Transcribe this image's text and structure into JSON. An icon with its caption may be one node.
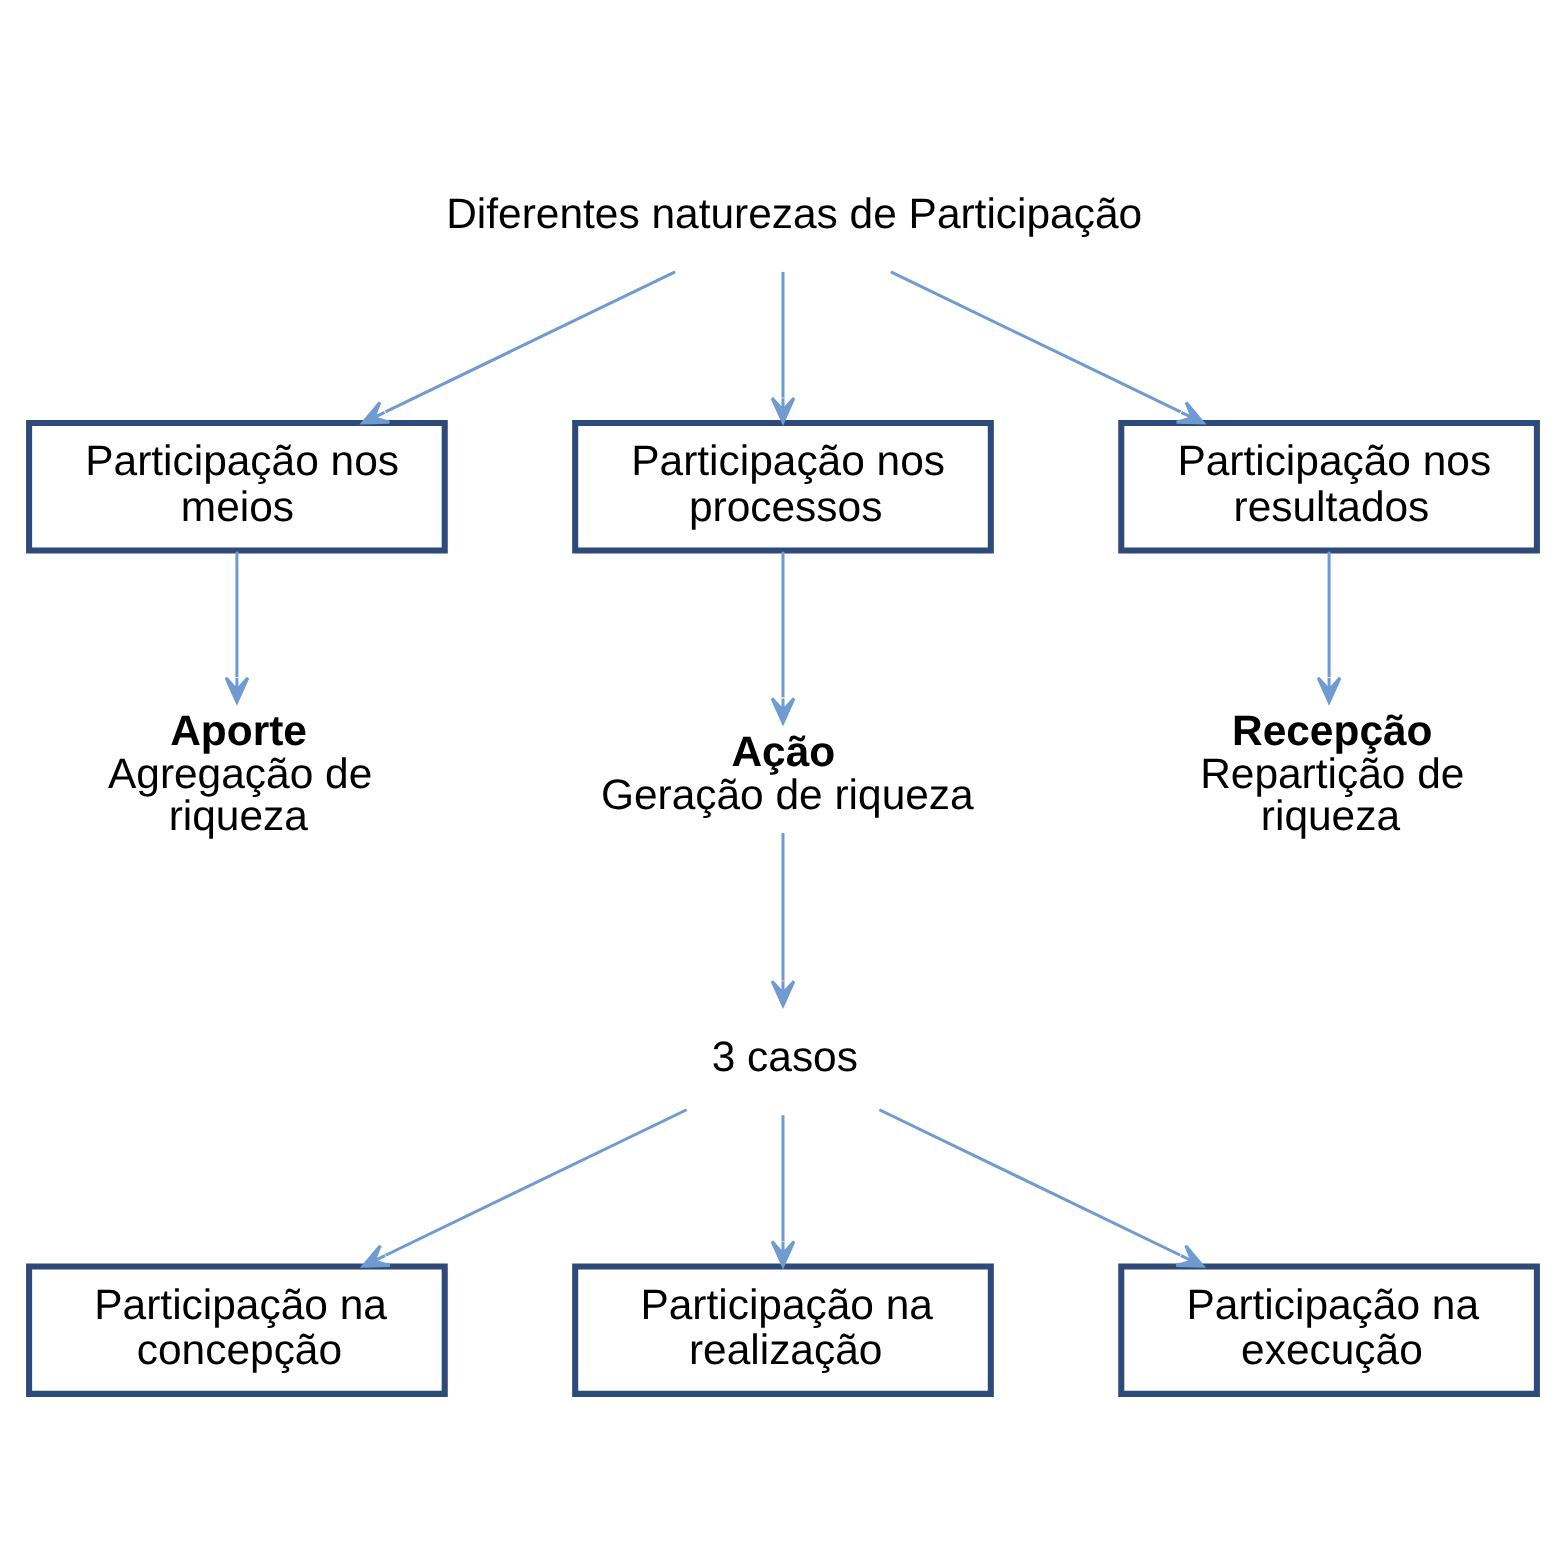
{
  "diagram": {
    "nodes": [
      {
        "text": [
          "Diferentes naturezas de Participação"
        ]
      },
      {
        "text": [
          "Participação nos meios"
        ]
      },
      {
        "text": [
          "Participação nos processos"
        ]
      },
      {
        "text": [
          "Participação nos resultados"
        ]
      },
      {
        "text": [
          "Aporte",
          "Agregação de riqueza"
        ]
      },
      {
        "text": [
          "Ação",
          "Geração de riqueza"
        ]
      },
      {
        "text": [
          "Recepção",
          "Repartição de riqueza"
        ]
      },
      {
        "text": [
          "3 casos"
        ]
      },
      {
        "text": [
          "Participação na concepção"
        ]
      },
      {
        "text": [
          "Participação na realização"
        ]
      },
      {
        "text": [
          "Participação na execução"
        ]
      }
    ],
    "edges": [
      {
        "from": 0,
        "to": 1,
        "arrow": "to"
      },
      {
        "from": 0,
        "to": 2,
        "arrow": "to"
      },
      {
        "from": 0,
        "to": 3,
        "arrow": "to"
      },
      {
        "from": 1,
        "to": 4,
        "arrow": "to"
      },
      {
        "from": 2,
        "to": 5,
        "arrow": "to"
      },
      {
        "from": 3,
        "to": 6,
        "arrow": "to"
      },
      {
        "from": 5,
        "to": 7,
        "arrow": "to"
      },
      {
        "from": 7,
        "to": 8,
        "arrow": "to"
      },
      {
        "from": 7,
        "to": 9,
        "arrow": "to"
      },
      {
        "from": 7,
        "to": 10,
        "arrow": "to"
      }
    ]
  }
}
